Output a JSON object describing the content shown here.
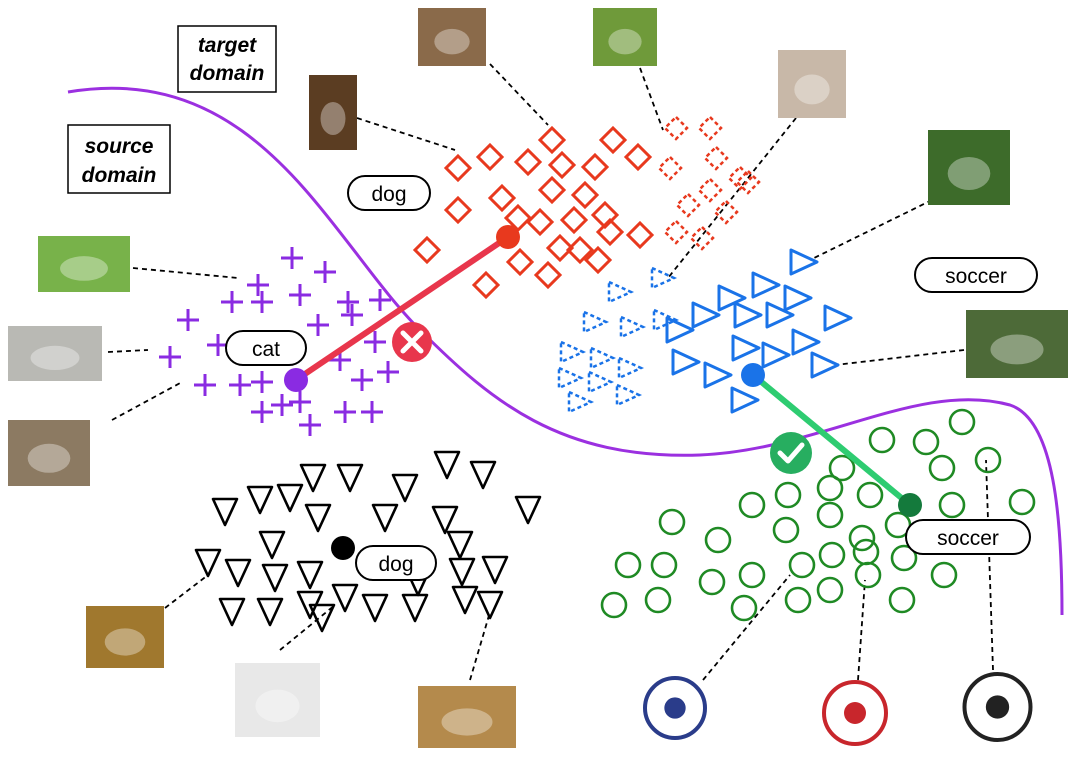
{
  "labels": {
    "target_domain_line1": "target",
    "target_domain_line2": "domain",
    "source_domain_line1": "source",
    "source_domain_line2": "domain",
    "dog_target": "dog",
    "cat": "cat",
    "soccer_target": "soccer",
    "dog_source": "dog",
    "soccer_source": "soccer"
  },
  "thumbnails": [
    {
      "name": "photo-dog-dachshund-icon",
      "subject": "dachshund on wood floor",
      "color": "#8a6a4a"
    },
    {
      "name": "photo-dog-grass-icon",
      "subject": "puppy lying on grass",
      "color": "#6f9a3a"
    },
    {
      "name": "photo-dog-collie-icon",
      "subject": "collie portrait",
      "color": "#5b3d22"
    },
    {
      "name": "photo-soccer-sand-icon",
      "subject": "soccer ball on sand",
      "color": "#c8b8a8"
    },
    {
      "name": "photo-soccer-kick-icon",
      "subject": "kicking soccer ball on grass",
      "color": "#3d6b2a"
    },
    {
      "name": "photo-cat-white-icon",
      "subject": "white kitten on grass",
      "color": "#78b24a"
    },
    {
      "name": "photo-cat-lying-icon",
      "subject": "tabby cat lying",
      "color": "#b9b9b4"
    },
    {
      "name": "photo-cat-tabby-icon",
      "subject": "tabby cat face",
      "color": "#8c7a62"
    },
    {
      "name": "photo-soccer-field-icon",
      "subject": "soccer ball on field",
      "color": "#4d6a38"
    },
    {
      "name": "photo-dog-labrador-icon",
      "subject": "golden labrador",
      "color": "#a0782e"
    },
    {
      "name": "photo-dog-dalmatian-icon",
      "subject": "dalmatian puppy",
      "color": "#e8e8e8"
    },
    {
      "name": "photo-dog-puppy-icon",
      "subject": "yellow lab puppy",
      "color": "#b48a4c"
    },
    {
      "name": "photo-ball-blue-icon",
      "subject": "white and blue soccer ball",
      "color": "#2a3c8a"
    },
    {
      "name": "photo-ball-flag-icon",
      "subject": "stars and stripes soccer ball",
      "color": "#c8262c"
    },
    {
      "name": "photo-ball-classic-icon",
      "subject": "black and white soccer ball",
      "color": "#222222"
    }
  ],
  "colors": {
    "dog_target": "#e8391e",
    "cat": "#8a2be2",
    "soccer_target": "#1a73e8",
    "dog_source": "#000000",
    "soccer_source": "#1f8a24",
    "boundary": "#9b30e0",
    "wrong_link": "#e8364c",
    "right_link": "#2ecc71",
    "wrong_badge": "#e8364c",
    "right_badge": "#27ae60"
  },
  "badges": {
    "wrong": "x-mark-icon",
    "right": "check-mark-icon"
  }
}
